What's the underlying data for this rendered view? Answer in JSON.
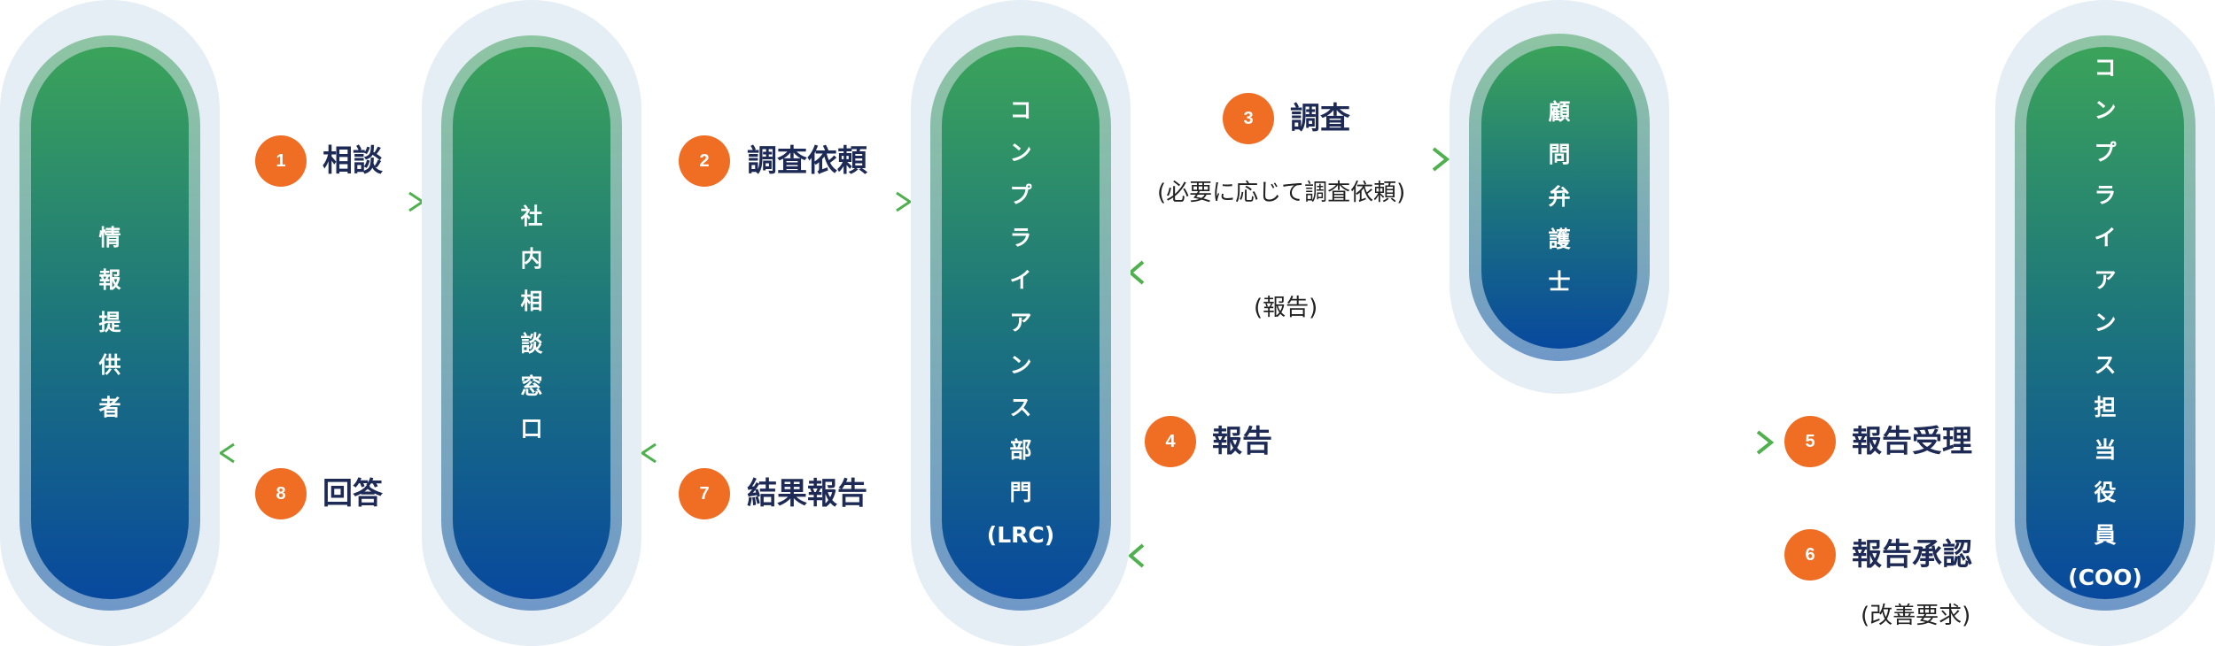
{
  "nodes": {
    "informant": "情\n報\n提\n供\n者",
    "desk": "社\n内\n相\n談\n窓\n口",
    "compliance_dept": "コ\nン\nプ\nラ\nイ\nア\nン\nス\n部\n門\n(LRC)",
    "lawyer": "顧\n問\n弁\n護\n士",
    "officer": "コ\nン\nプ\nラ\nイ\nア\nン\nス\n担\n当\n役\n員\n(COO)"
  },
  "steps": [
    {
      "number": "1",
      "label": "相談"
    },
    {
      "number": "2",
      "label": "調査依頼"
    },
    {
      "number": "3",
      "label": "調査",
      "note": "(必要に応じて調査依頼)"
    },
    {
      "number": "4",
      "label": "報告"
    },
    {
      "number": "5",
      "label": "報告受理"
    },
    {
      "number": "6",
      "label": "報告承認",
      "note": "(改善要求)"
    },
    {
      "number": "7",
      "label": "結果報告"
    },
    {
      "number": "8",
      "label": "回答"
    }
  ],
  "lawyer_report_note": "(報告)",
  "colors": {
    "pill_top": "#3aa35a",
    "pill_bottom": "#08499e",
    "badge": "#f06e24",
    "label_text": "#1c2a55",
    "arrow_green": "#4fb04e",
    "arrow_blue": "#1a4f93"
  }
}
